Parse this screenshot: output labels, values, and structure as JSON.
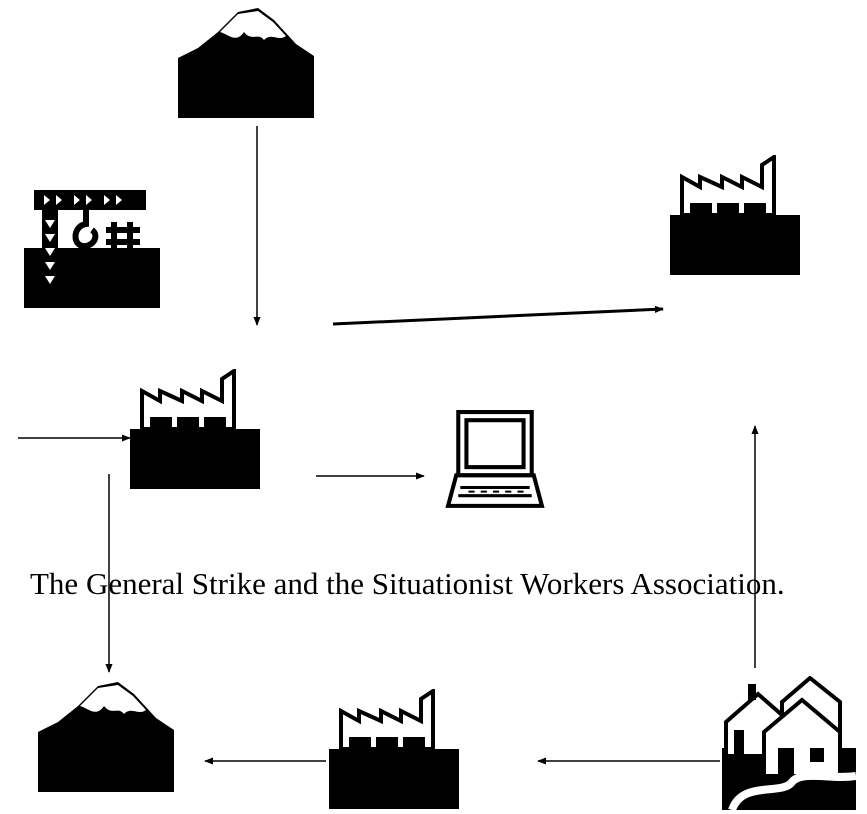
{
  "caption": "The General Strike and the Situationist Workers Association.",
  "colors": {
    "ink": "#000000",
    "paper": "#ffffff"
  },
  "icons": [
    {
      "id": "mountain-top",
      "kind": "mountain-icon"
    },
    {
      "id": "crane-site",
      "kind": "crane-icon"
    },
    {
      "id": "factory-center",
      "kind": "factory-icon"
    },
    {
      "id": "factory-top-right",
      "kind": "factory-icon"
    },
    {
      "id": "computer",
      "kind": "laptop-icon"
    },
    {
      "id": "mountain-bottom-left",
      "kind": "mountain-icon"
    },
    {
      "id": "factory-bottom-center",
      "kind": "factory-icon"
    },
    {
      "id": "houses",
      "kind": "houses-icon"
    }
  ],
  "arrows": [
    {
      "from": "mountain-top",
      "to": "factory-center"
    },
    {
      "from": "external-left",
      "to": "factory-center"
    },
    {
      "from": "factory-center",
      "to": "factory-top-right"
    },
    {
      "from": "factory-center",
      "to": "computer"
    },
    {
      "from": "factory-center",
      "to": "mountain-bottom-left"
    },
    {
      "from": "factory-bottom-center",
      "to": "mountain-bottom-left"
    },
    {
      "from": "houses",
      "to": "factory-bottom-center"
    },
    {
      "from": "houses",
      "to": "factory-top-right"
    }
  ]
}
